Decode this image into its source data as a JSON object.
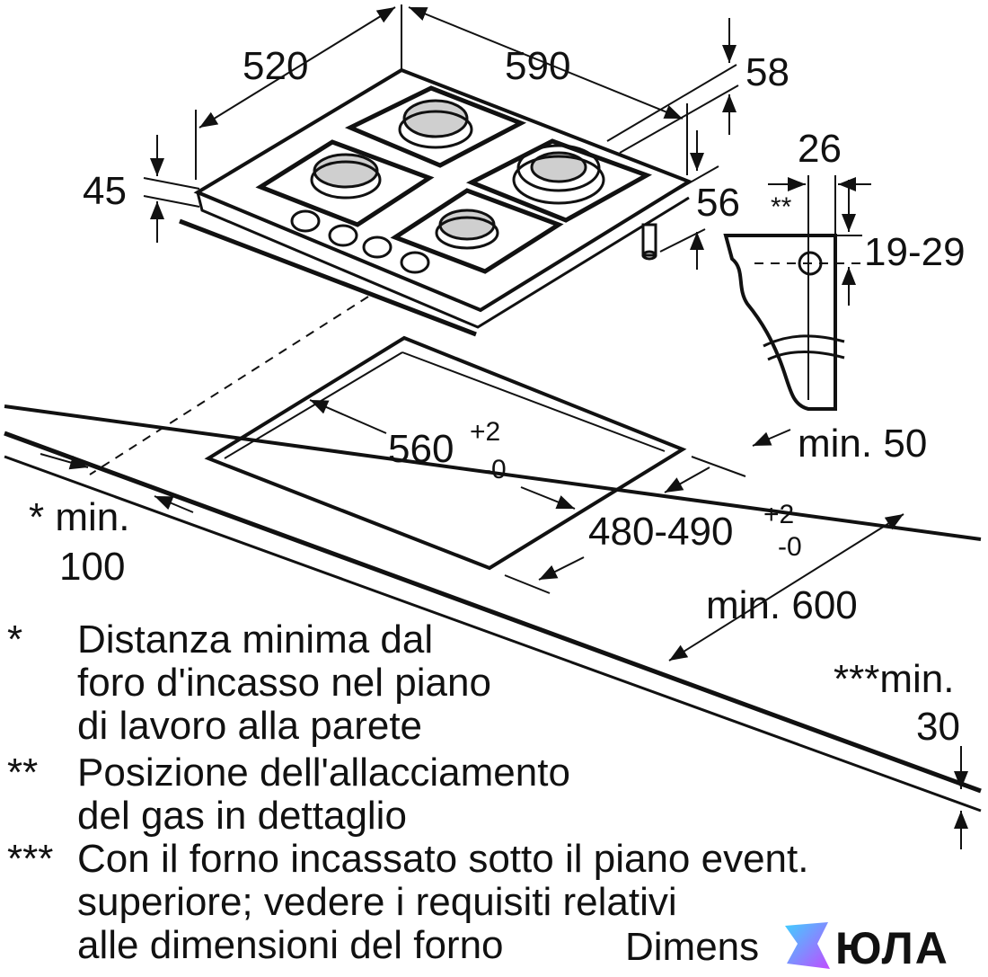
{
  "dimensions": {
    "depth": "520",
    "width": "590",
    "height_total": "58",
    "glass_thickness": "45",
    "gas_offset_height": "56",
    "detail_width": "26",
    "detail_marker": "**",
    "detail_range": "19-29",
    "cutout_width_base": "560",
    "cutout_width_tol_plus": "+2",
    "cutout_width_tol_minus": "-0",
    "cutout_depth_base": "480-490",
    "cutout_depth_tol_plus": "+2",
    "cutout_depth_tol_minus": "-0",
    "min_back": "min. 50",
    "min_wall_line1": "* min.",
    "min_wall_line2": "100",
    "min_front": "min. 600",
    "min_oven_line1": "***min.",
    "min_oven_line2": "30"
  },
  "notes": [
    {
      "marker": "*",
      "lines": [
        "Distanza minima dal",
        "foro d'incasso nel piano",
        "di lavoro alla parete"
      ]
    },
    {
      "marker": "**",
      "lines": [
        "Posizione dell'allacciamento",
        "del gas in dettaglio"
      ]
    },
    {
      "marker": "***",
      "lines": [
        "Con il forno incassato sotto il piano event.",
        "superiore; vedere i requisiti relativi",
        "alle dimensioni del forno"
      ]
    }
  ],
  "footer": {
    "text": "Dimens"
  },
  "brand": {
    "name": "ЮЛА"
  },
  "colors": {
    "line": "#111111",
    "burner": "#cfcfcf",
    "brand_grad_a": "#3fd0ff",
    "brand_grad_b": "#c04bff"
  }
}
